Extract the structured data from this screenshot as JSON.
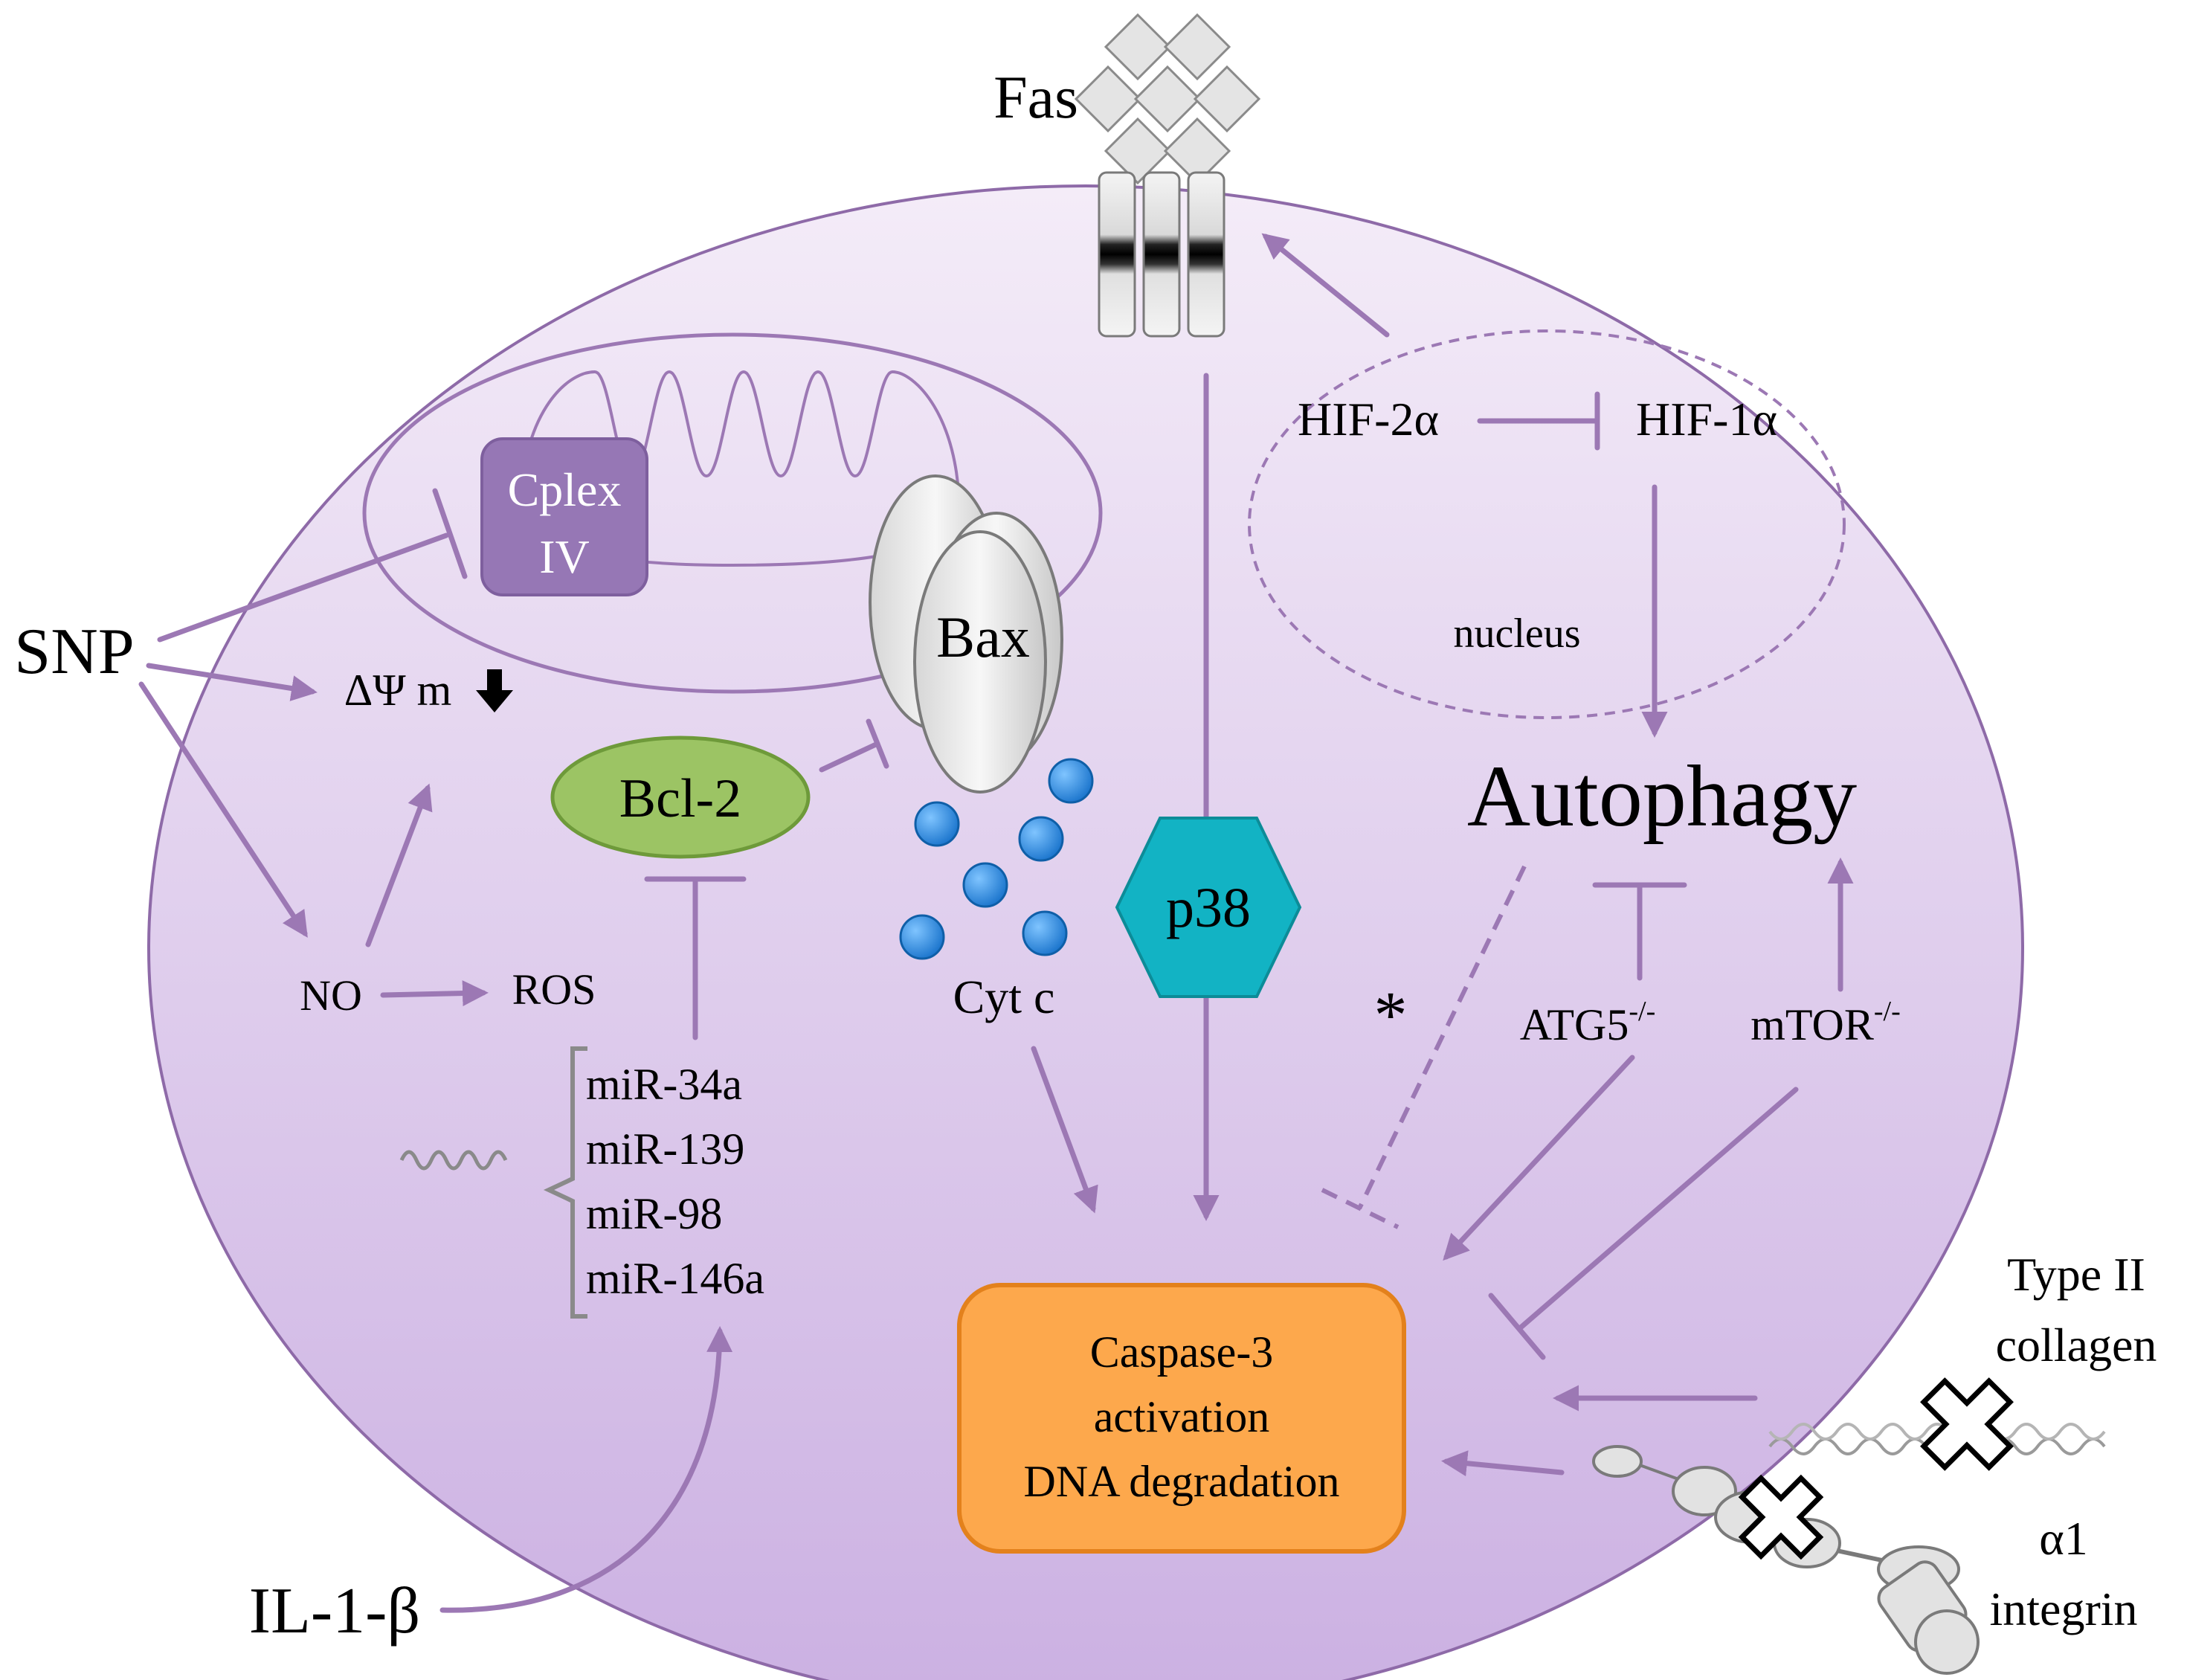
{
  "labels": {
    "fas": "Fas",
    "snp": "SNP",
    "cplex_line1": "Cplex",
    "cplex_line2": "IV",
    "delta_psi": "ΔΨ m",
    "bax": "Bax",
    "bcl2": "Bcl-2",
    "no": "NO",
    "ros": "ROS",
    "cytc": "Cyt c",
    "p38": "p38",
    "hif2a": "HIF-2α",
    "hif1a": "HIF-1α",
    "nucleus": "nucleus",
    "autophagy": "Autophagy",
    "asterisk": "*",
    "atg5": "ATG5",
    "atg5_sup": "-/-",
    "mtor": "mTOR",
    "mtor_sup": "-/-",
    "mirnas": [
      "miR-34a",
      "miR-139",
      "miR-98",
      "miR-146a"
    ],
    "caspase": [
      "Caspase-3",
      "activation",
      "DNA degradation"
    ],
    "collagen": [
      "Type II",
      "collagen"
    ],
    "integrin": [
      "α1",
      "integrin"
    ],
    "il1b": "IL-1-β"
  },
  "colors": {
    "cell_top": "#f4ecf8",
    "cell_bottom": "#cbb0e2",
    "cell_stroke": "#8e6aa8",
    "arrow": "#9c78b4",
    "complex": "#9677b5",
    "bcl2": "#9cc464",
    "p38": "#12b3c4",
    "caspase": "#fda84c",
    "cytc": "#2d8fe0"
  }
}
